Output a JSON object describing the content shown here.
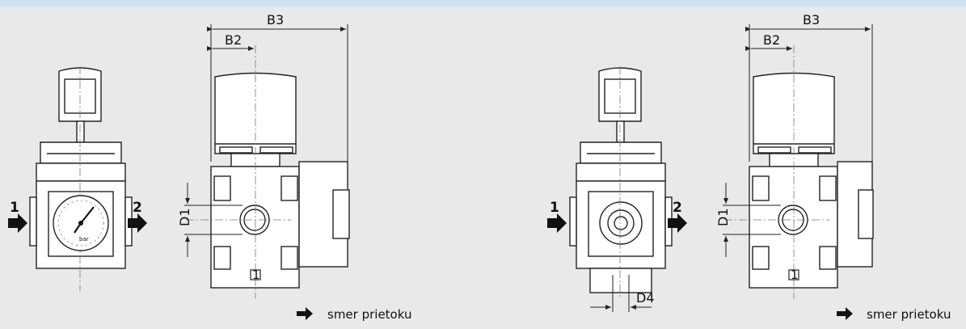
{
  "header_bar_color": "#cfe3ef",
  "background_color": "#e9e9e9",
  "views": [
    {
      "label_b3": "B3",
      "label_b2": "B2",
      "label_d1": "D1",
      "port_in": "1",
      "port_out": "2",
      "port_marker": "1",
      "gauge_unit": "bar",
      "flow_note": "smer prietoku"
    },
    {
      "label_b3": "B3",
      "label_b2": "B2",
      "label_d1": "D1",
      "label_d4": "D4",
      "port_in": "1",
      "port_out": "2",
      "port_marker": "1",
      "flow_note": "smer prietoku"
    }
  ],
  "icons": [
    "flow-arrow-icon",
    "pressure-gauge-icon",
    "port-marker-icon"
  ]
}
